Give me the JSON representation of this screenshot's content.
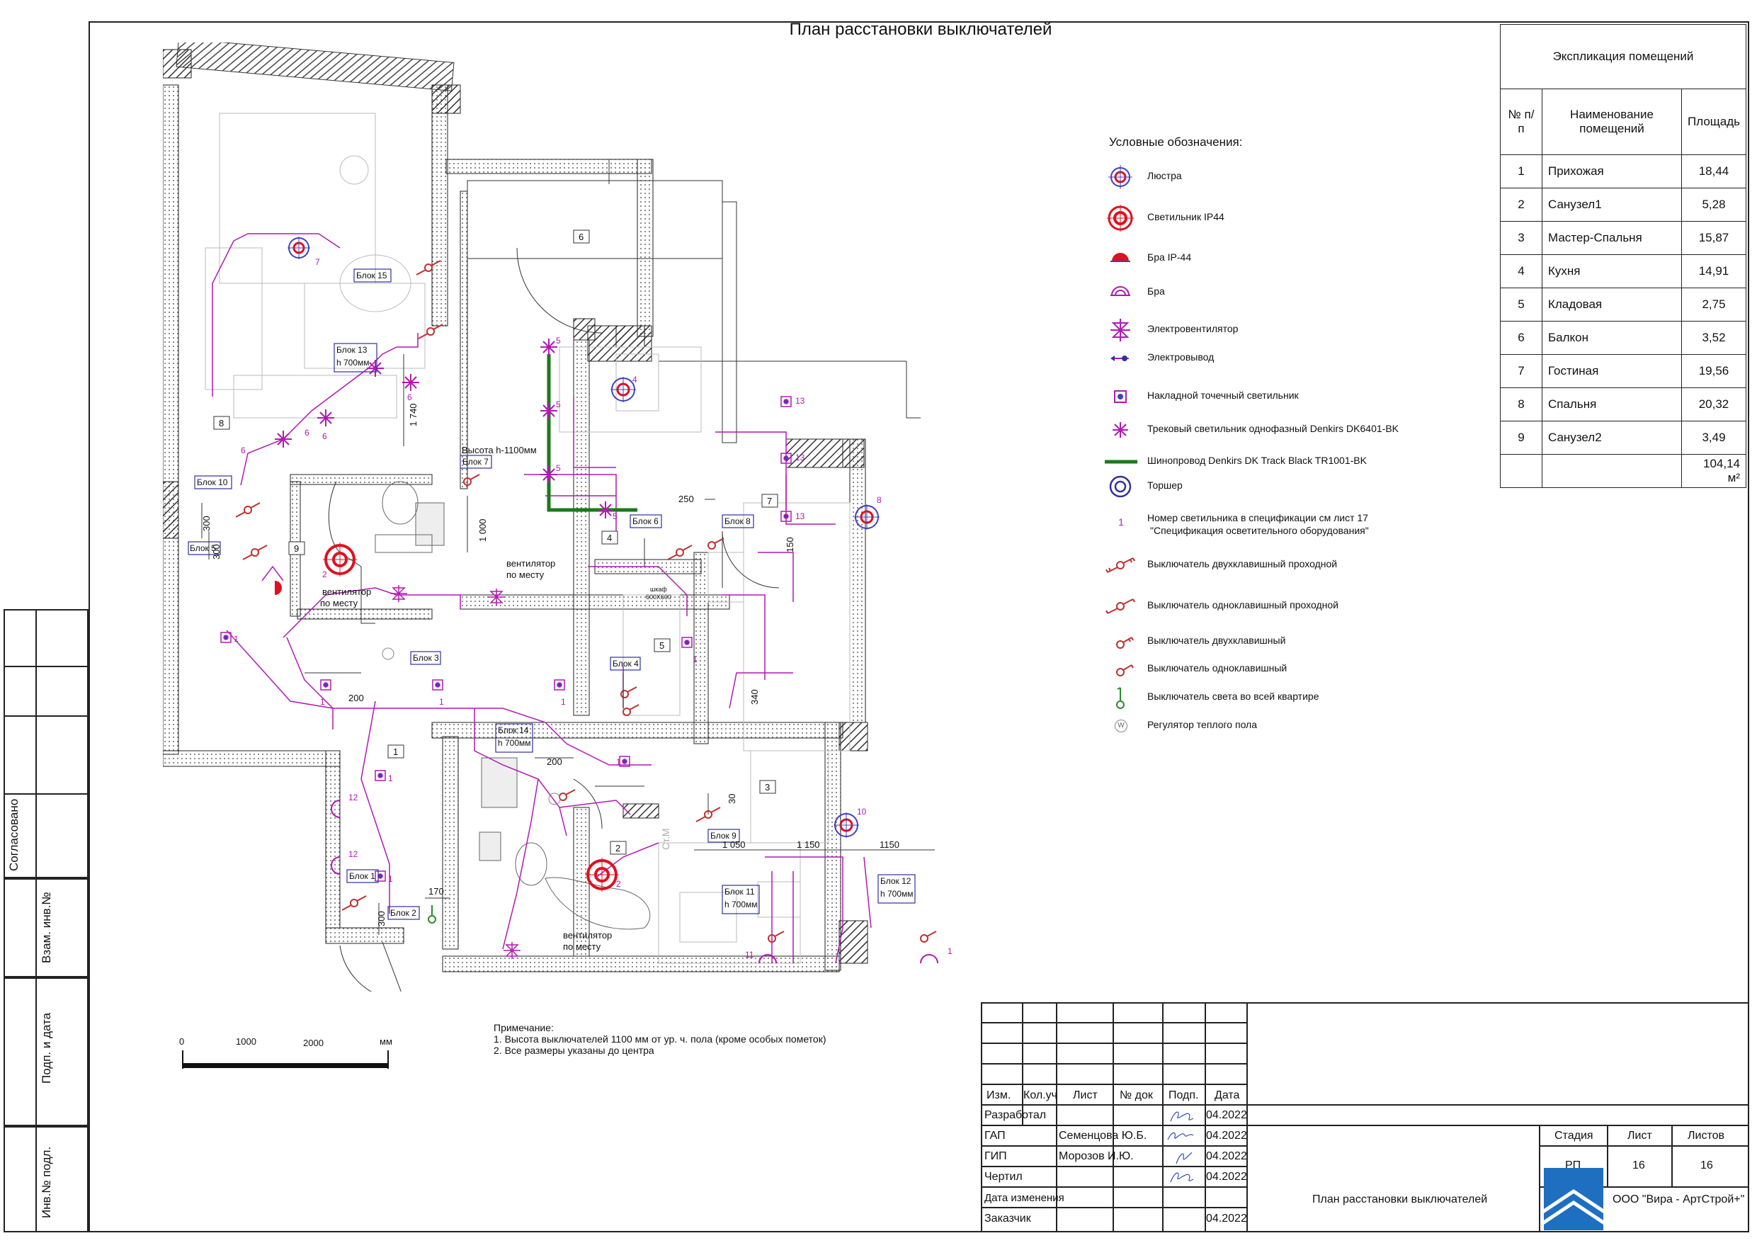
{
  "title": "План расстановки выключателей",
  "side_strip": {
    "approved": "Согласовано",
    "replace_inv": "Взам. инв.№",
    "sign_date": "Подп. и дата",
    "inv_orig": "Инв.№ подл."
  },
  "explication": {
    "title": "Экспликация помещений",
    "headers": [
      "№ п/п",
      "Наименование помещений",
      "Площадь"
    ],
    "rows": [
      [
        "1",
        "Прихожая",
        "18,44"
      ],
      [
        "2",
        "Санузел1",
        "5,28"
      ],
      [
        "3",
        "Мастер-Спальня",
        "15,87"
      ],
      [
        "4",
        "Кухня",
        "14,91"
      ],
      [
        "5",
        "Кладовая",
        "2,75"
      ],
      [
        "6",
        "Балкон",
        "3,52"
      ],
      [
        "7",
        "Гостиная",
        "19,56"
      ],
      [
        "8",
        "Спальня",
        "20,32"
      ],
      [
        "9",
        "Санузел2",
        "3,49"
      ]
    ],
    "total": "104,14 м²"
  },
  "legend": {
    "title": "Условные обозначения:",
    "items": [
      {
        "icon": "chandelier-icon",
        "label": "Люстра"
      },
      {
        "icon": "lamp-ip44-icon",
        "label": "Светильник IP44"
      },
      {
        "icon": "sconce-ip44-icon",
        "label": "Бра IP-44"
      },
      {
        "icon": "sconce-icon",
        "label": "Бра"
      },
      {
        "icon": "fan-icon",
        "label": "Электровентилятор"
      },
      {
        "icon": "outlet-icon",
        "label": "Электровывод"
      },
      {
        "icon": "spot-icon",
        "label": "Накладной точечный светильник"
      },
      {
        "icon": "track-lamp-icon",
        "label": "Трековый светильник однофазный Denkirs DK6401-BK"
      },
      {
        "icon": "track-rail-icon",
        "label": "Шинопровод Denkirs DK Track Black TR1001-BK"
      },
      {
        "icon": "floor-lamp-icon",
        "label": "Торшер"
      },
      {
        "icon": "number-icon",
        "label": "Номер светильника в спецификации см лист 17",
        "label2": "\"Спецификация осветительного оборудования\"",
        "glyph": "1"
      },
      {
        "icon": "double-pass-switch-icon",
        "label": "Выключатель двухклавишный проходной"
      },
      {
        "icon": "single-pass-switch-icon",
        "label": "Выключатель  одноклавишный проходной"
      },
      {
        "icon": "double-switch-icon",
        "label": "Выключатель двухклавишный"
      },
      {
        "icon": "single-switch-icon",
        "label": "Выключатель  одноклавишный"
      },
      {
        "icon": "master-switch-icon",
        "label": "Выключатель света во всей квартире"
      },
      {
        "icon": "floor-heat-icon",
        "label": "Регулятор теплого пола",
        "glyph": "W"
      }
    ]
  },
  "notes": {
    "title": "Примечание:",
    "line1": "1. Высота выключателей 1100 мм от ур. ч. пола (кроме особых пометок)",
    "line2": "2. Все размеры указаны до центра"
  },
  "scale": {
    "t0": "0",
    "t1": "1000",
    "t2": "2000",
    "unit": "мм"
  },
  "plan": {
    "rooms": [
      "1",
      "2",
      "3",
      "4",
      "5",
      "6",
      "7",
      "8",
      "9"
    ],
    "blocks": {
      "b1": "Блок 1",
      "b2": "Блок 2",
      "b3": "Блок 3",
      "b4": "Блок 4",
      "b5": "Блок 5",
      "b6": "Блок 6",
      "b7": "Блок 7",
      "b8": "Блок 8",
      "b9": "Блок 9",
      "b10": "Блок 10",
      "b11": "Блок 11",
      "b12": "Блок 12",
      "b13": "Блок 13",
      "b14": "Блок 14",
      "b15": "Блок 15",
      "h700": "h 700мм"
    },
    "texts": {
      "height1100": "Высота h-1100мм",
      "vent": "вентилятор",
      "onsite": "по месту",
      "wardrobe1": "шкаф",
      "wardrobe2": "600Х600",
      "stm": "Ст.М"
    },
    "dims": {
      "d200a": "200",
      "d200b": "200",
      "d300a": "300",
      "d300b": "300",
      "d300c": "300",
      "d340": "340",
      "d150": "150",
      "d250": "250",
      "d1000": "1 000",
      "d1740": "1 740",
      "d170": "170",
      "d1050": "1 050",
      "d1150a": "1 150",
      "d1150b": "1150",
      "d30": "30",
      "d200c": "200"
    },
    "nums": {
      "n1": "1",
      "n2": "2",
      "n4": "4",
      "n5": "5",
      "n6": "6",
      "n7": "7",
      "n8": "8",
      "n10": "10",
      "n11": "11",
      "n12": "12",
      "n13": "13"
    }
  },
  "stamp": {
    "cols": [
      "Изм.",
      "Кол.уч",
      "Лист",
      "№ док",
      "Подп.",
      "Дата"
    ],
    "roles": [
      "Разработал",
      "ГАП",
      "ГИП",
      "Чертил",
      "Дата изменения",
      "Заказчик"
    ],
    "names": [
      "",
      "Семенцова Ю.Б.",
      "Морозов И.Ю.",
      "",
      "",
      ""
    ],
    "dates": [
      "04.2022",
      "04.2022",
      "04.2022",
      "04.2022",
      "",
      "04.2022"
    ],
    "stage_h": "Стадия",
    "sheet_h": "Лист",
    "sheets_h": "Листов",
    "stage": "РП",
    "sheet": "16",
    "sheets": "16",
    "drawing": "План расстановки выключателей",
    "company": "ООО \"Вира - АртСтрой+\""
  },
  "colors": {
    "wire": "#b219b2",
    "lamp": "#e01020",
    "track": "#1a7a1a",
    "wall": "#333333"
  }
}
